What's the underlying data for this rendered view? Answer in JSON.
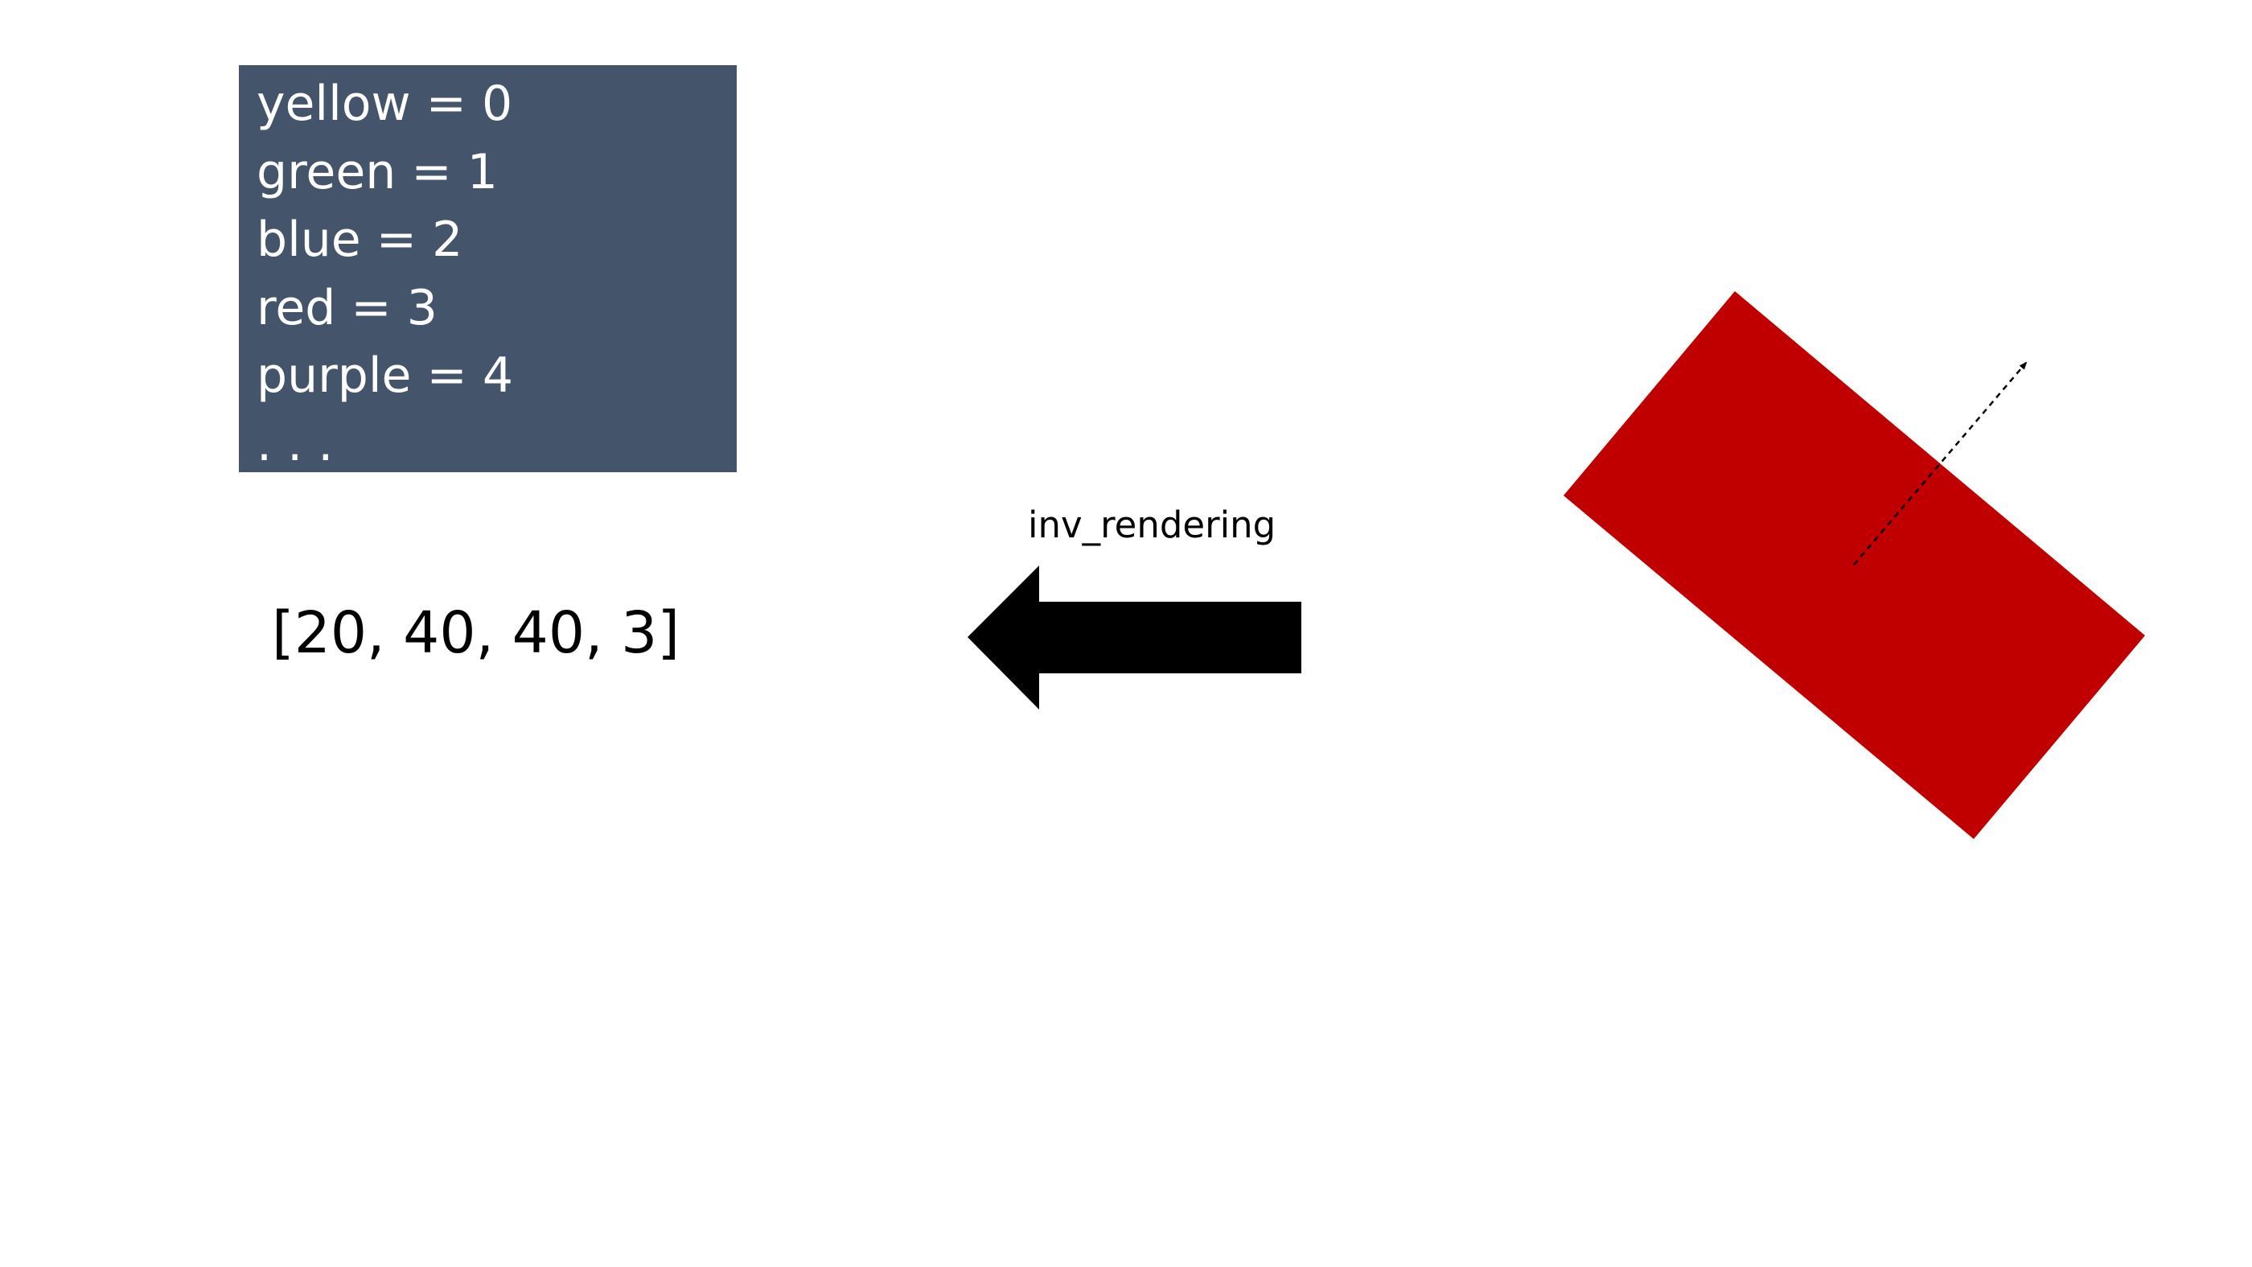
{
  "legend": {
    "items": [
      "yellow = 0",
      "green = 1",
      "blue = 2",
      "red = 3",
      "purple = 4",
      ". . ."
    ],
    "background_color": "#44546a",
    "text_color": "#ffffff"
  },
  "vector": {
    "text": "[20, 40, 40, 3]"
  },
  "arrow": {
    "label": "inv_rendering",
    "direction": "left",
    "color": "#000000"
  },
  "shape": {
    "type": "rotated-rectangle",
    "color": "#c00000",
    "has_direction_arrow": true
  }
}
